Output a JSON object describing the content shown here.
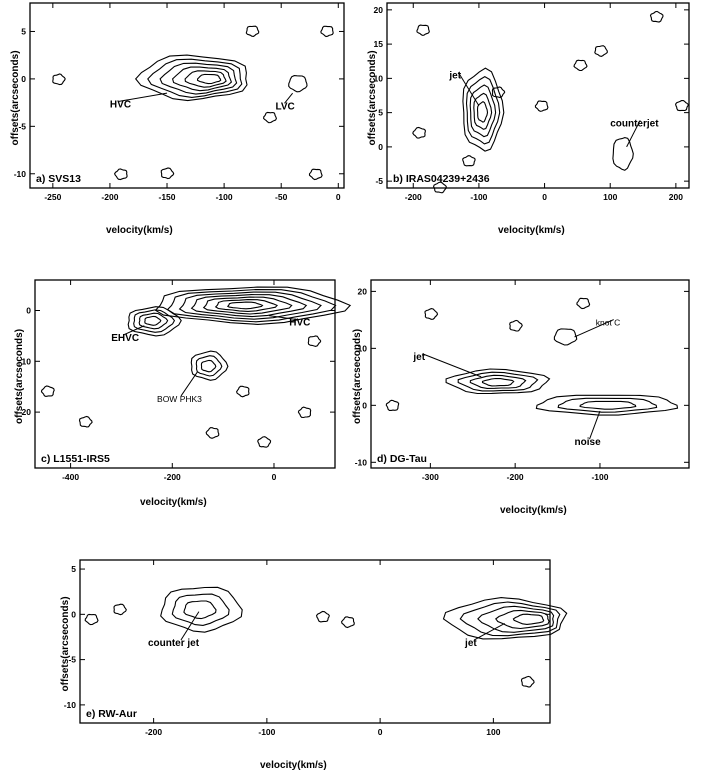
{
  "chart_data": [
    {
      "type": "contour",
      "panel_label": "a) SVS13",
      "xlabel": "velocity(km/s)",
      "ylabel": "offsets(arcseconds)",
      "xlim": [
        -270,
        5
      ],
      "ylim": [
        -11.5,
        8
      ],
      "xticks": [
        -250,
        -200,
        -150,
        -100,
        -50,
        0
      ],
      "yticks": [
        5,
        0,
        -5,
        -10
      ],
      "features": [
        {
          "name": "HVC",
          "x": -125,
          "y": 0,
          "levels": 6
        },
        {
          "name": "LVC",
          "x": -35,
          "y": -0.5,
          "levels": 1
        }
      ],
      "annotations": [
        "HVC",
        "LVC"
      ]
    },
    {
      "type": "contour",
      "panel_label": "b) IRAS04239+2436",
      "xlabel": "velocity(km/s)",
      "ylabel": "offsets(arcseconds)",
      "xlim": [
        -240,
        220
      ],
      "ylim": [
        -6,
        21
      ],
      "xticks": [
        -200,
        -100,
        0,
        100,
        200
      ],
      "yticks": [
        20,
        15,
        10,
        5,
        0,
        -5
      ],
      "features": [
        {
          "name": "jet",
          "x": -95,
          "y": 5,
          "levels": 5
        },
        {
          "name": "counterjet",
          "x": 120,
          "y": -1,
          "levels": 1
        }
      ],
      "annotations": [
        "jet",
        "counterjet"
      ]
    },
    {
      "type": "contour",
      "panel_label": "c) L1551-IRS5",
      "xlabel": "velocity(km/s)",
      "ylabel": "offsets(arcseconds)",
      "xlim": [
        -470,
        120
      ],
      "ylim": [
        -31,
        6
      ],
      "xticks": [
        -400,
        -200,
        0
      ],
      "yticks": [
        0,
        -10,
        -20
      ],
      "features": [
        {
          "name": "HVC",
          "x": -60,
          "y": 1,
          "levels": 7
        },
        {
          "name": "EHVC",
          "x": -240,
          "y": -2,
          "levels": 4
        },
        {
          "name": "BOW PHK3",
          "x": -130,
          "y": -11,
          "levels": 3
        }
      ],
      "annotations": [
        "HVC",
        "EHVC",
        "BOW PHK3"
      ]
    },
    {
      "type": "contour",
      "panel_label": "d) DG-Tau",
      "xlabel": "velocity(km/s)",
      "ylabel": "offsets(arcseconds)",
      "xlim": [
        -370,
        5
      ],
      "ylim": [
        -11,
        22
      ],
      "xticks": [
        -300,
        -200,
        -100
      ],
      "yticks": [
        20,
        10,
        0,
        -10
      ],
      "features": [
        {
          "name": "jet",
          "x": -220,
          "y": 4,
          "levels": 4
        },
        {
          "name": "knot C",
          "x": -140,
          "y": 12,
          "levels": 1
        },
        {
          "name": "noise",
          "x": -90,
          "y": 0,
          "levels": 3
        }
      ],
      "annotations": [
        "jet",
        "knot C",
        "noise"
      ]
    },
    {
      "type": "contour",
      "panel_label": "e) RW-Aur",
      "xlabel": "velocity(km/s)",
      "ylabel": "offsets(arcseconds)",
      "xlim": [
        -265,
        150
      ],
      "ylim": [
        -12,
        6
      ],
      "xticks": [
        -200,
        -100,
        0,
        100
      ],
      "yticks": [
        5,
        0,
        -5,
        -10
      ],
      "features": [
        {
          "name": "counter jet",
          "x": -160,
          "y": 0.5,
          "levels": 3
        },
        {
          "name": "jet",
          "x": 115,
          "y": -0.5,
          "levels": 5
        }
      ],
      "annotations": [
        "counter jet",
        "jet"
      ]
    }
  ]
}
